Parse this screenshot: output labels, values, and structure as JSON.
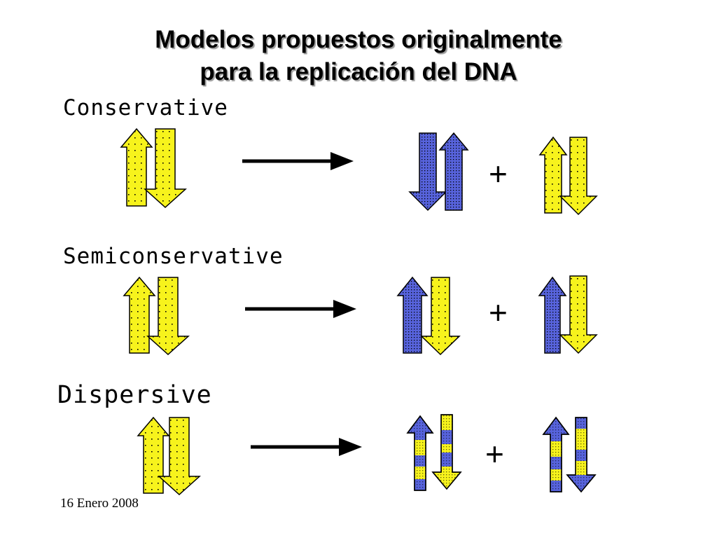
{
  "title": {
    "line1": "Modelos propuestos originalmente",
    "line2": "para la replicación del DNA"
  },
  "models": [
    {
      "label": "Conservative"
    },
    {
      "label": "Semiconservative"
    },
    {
      "label": "Dispersive"
    }
  ],
  "plus_sign": "+",
  "footer": "16 Enero 2008",
  "colors": {
    "old_strand": "#f7f31c",
    "new_strand": "#5763dc",
    "outline": "#000000",
    "arrow": "#000000"
  }
}
